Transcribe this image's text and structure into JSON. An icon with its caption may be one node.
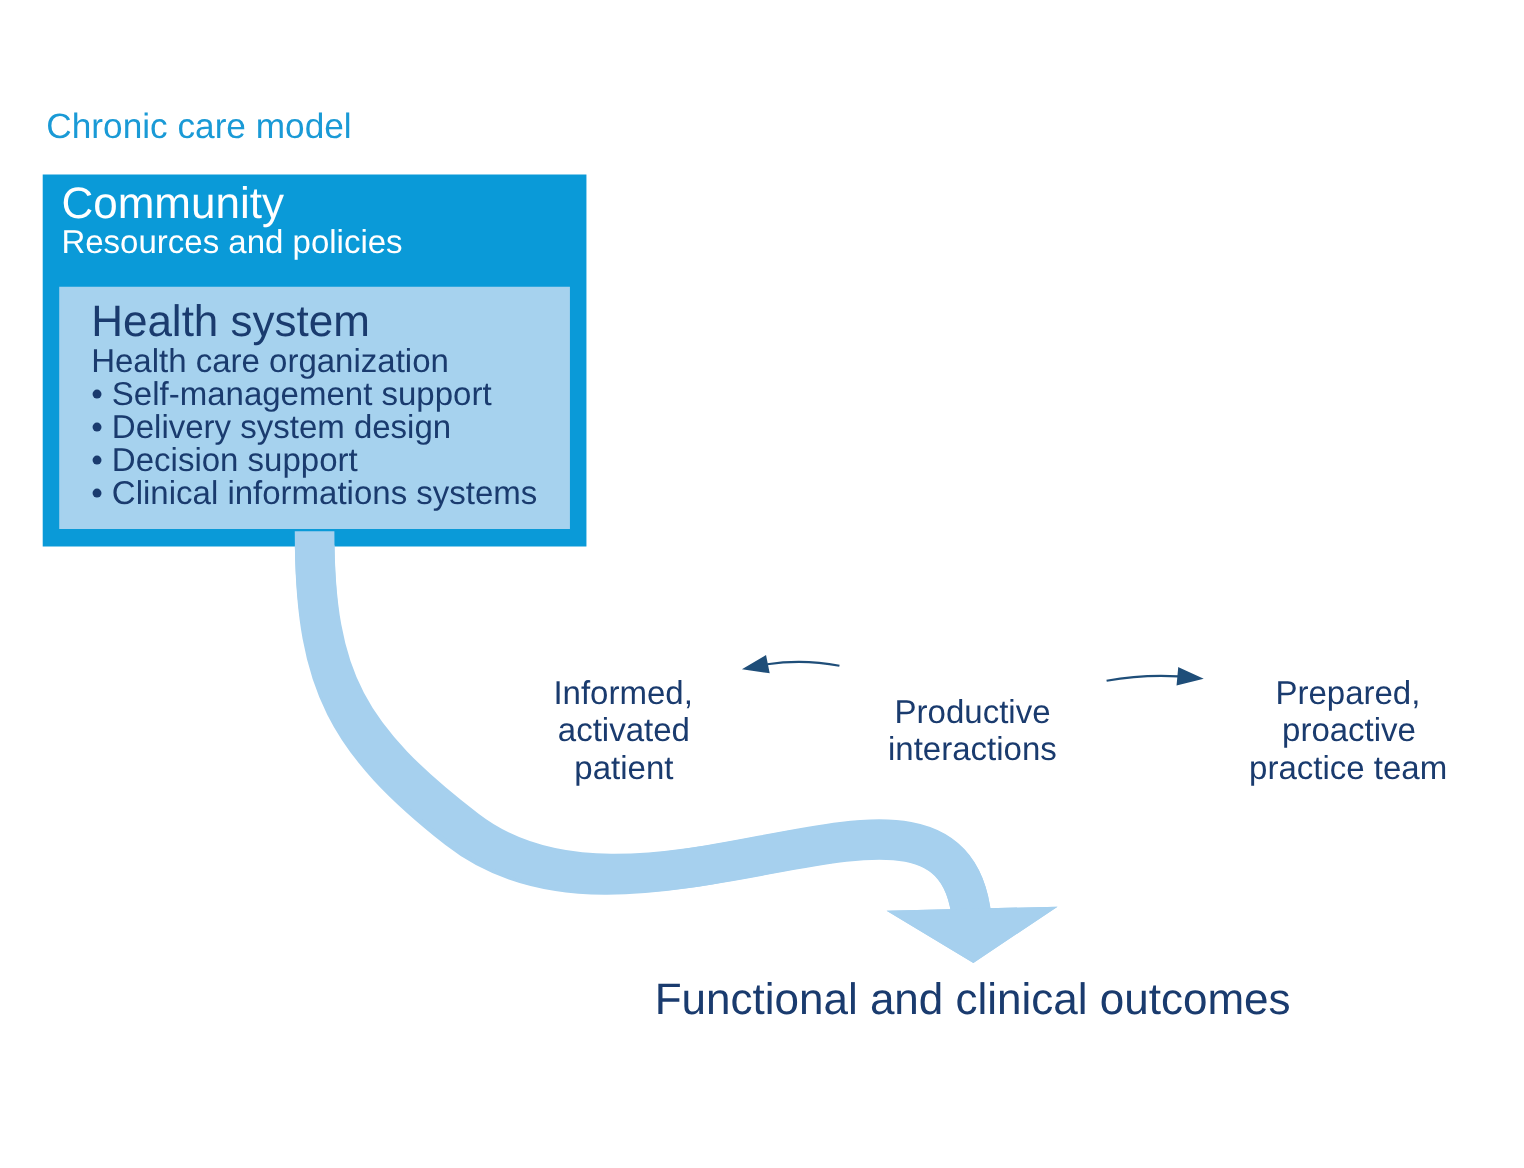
{
  "diagram": {
    "title": "Chronic care model",
    "nodes": [
      {
        "text": [
          "Community",
          "Resources and policies"
        ]
      },
      {
        "text": [
          "Health system",
          "Health care organization",
          "• Self-management support",
          "• Delivery system design",
          "• Decision support",
          "• Clinical informations systems"
        ],
        "in": 0
      },
      {
        "text": [
          "Informed, activated patient"
        ]
      },
      {
        "text": [
          "Productive interactions"
        ]
      },
      {
        "text": [
          "Prepared, proactive practice team"
        ]
      },
      {
        "text": [
          "Functional and clinical outcomes"
        ]
      }
    ],
    "edges": [
      {
        "from": 0,
        "to": 5,
        "arrow": "to",
        "style": "thick",
        "color": "#a6d0ee"
      },
      {
        "from": 1,
        "to": 5,
        "arrow": "to",
        "style": "thick",
        "color": "#a6d0ee"
      },
      {
        "from": 3,
        "to": 2,
        "arrow": "to",
        "color": "#1f4e79"
      },
      {
        "from": 3,
        "to": 4,
        "arrow": "to",
        "color": "#1f4e79"
      }
    ]
  }
}
